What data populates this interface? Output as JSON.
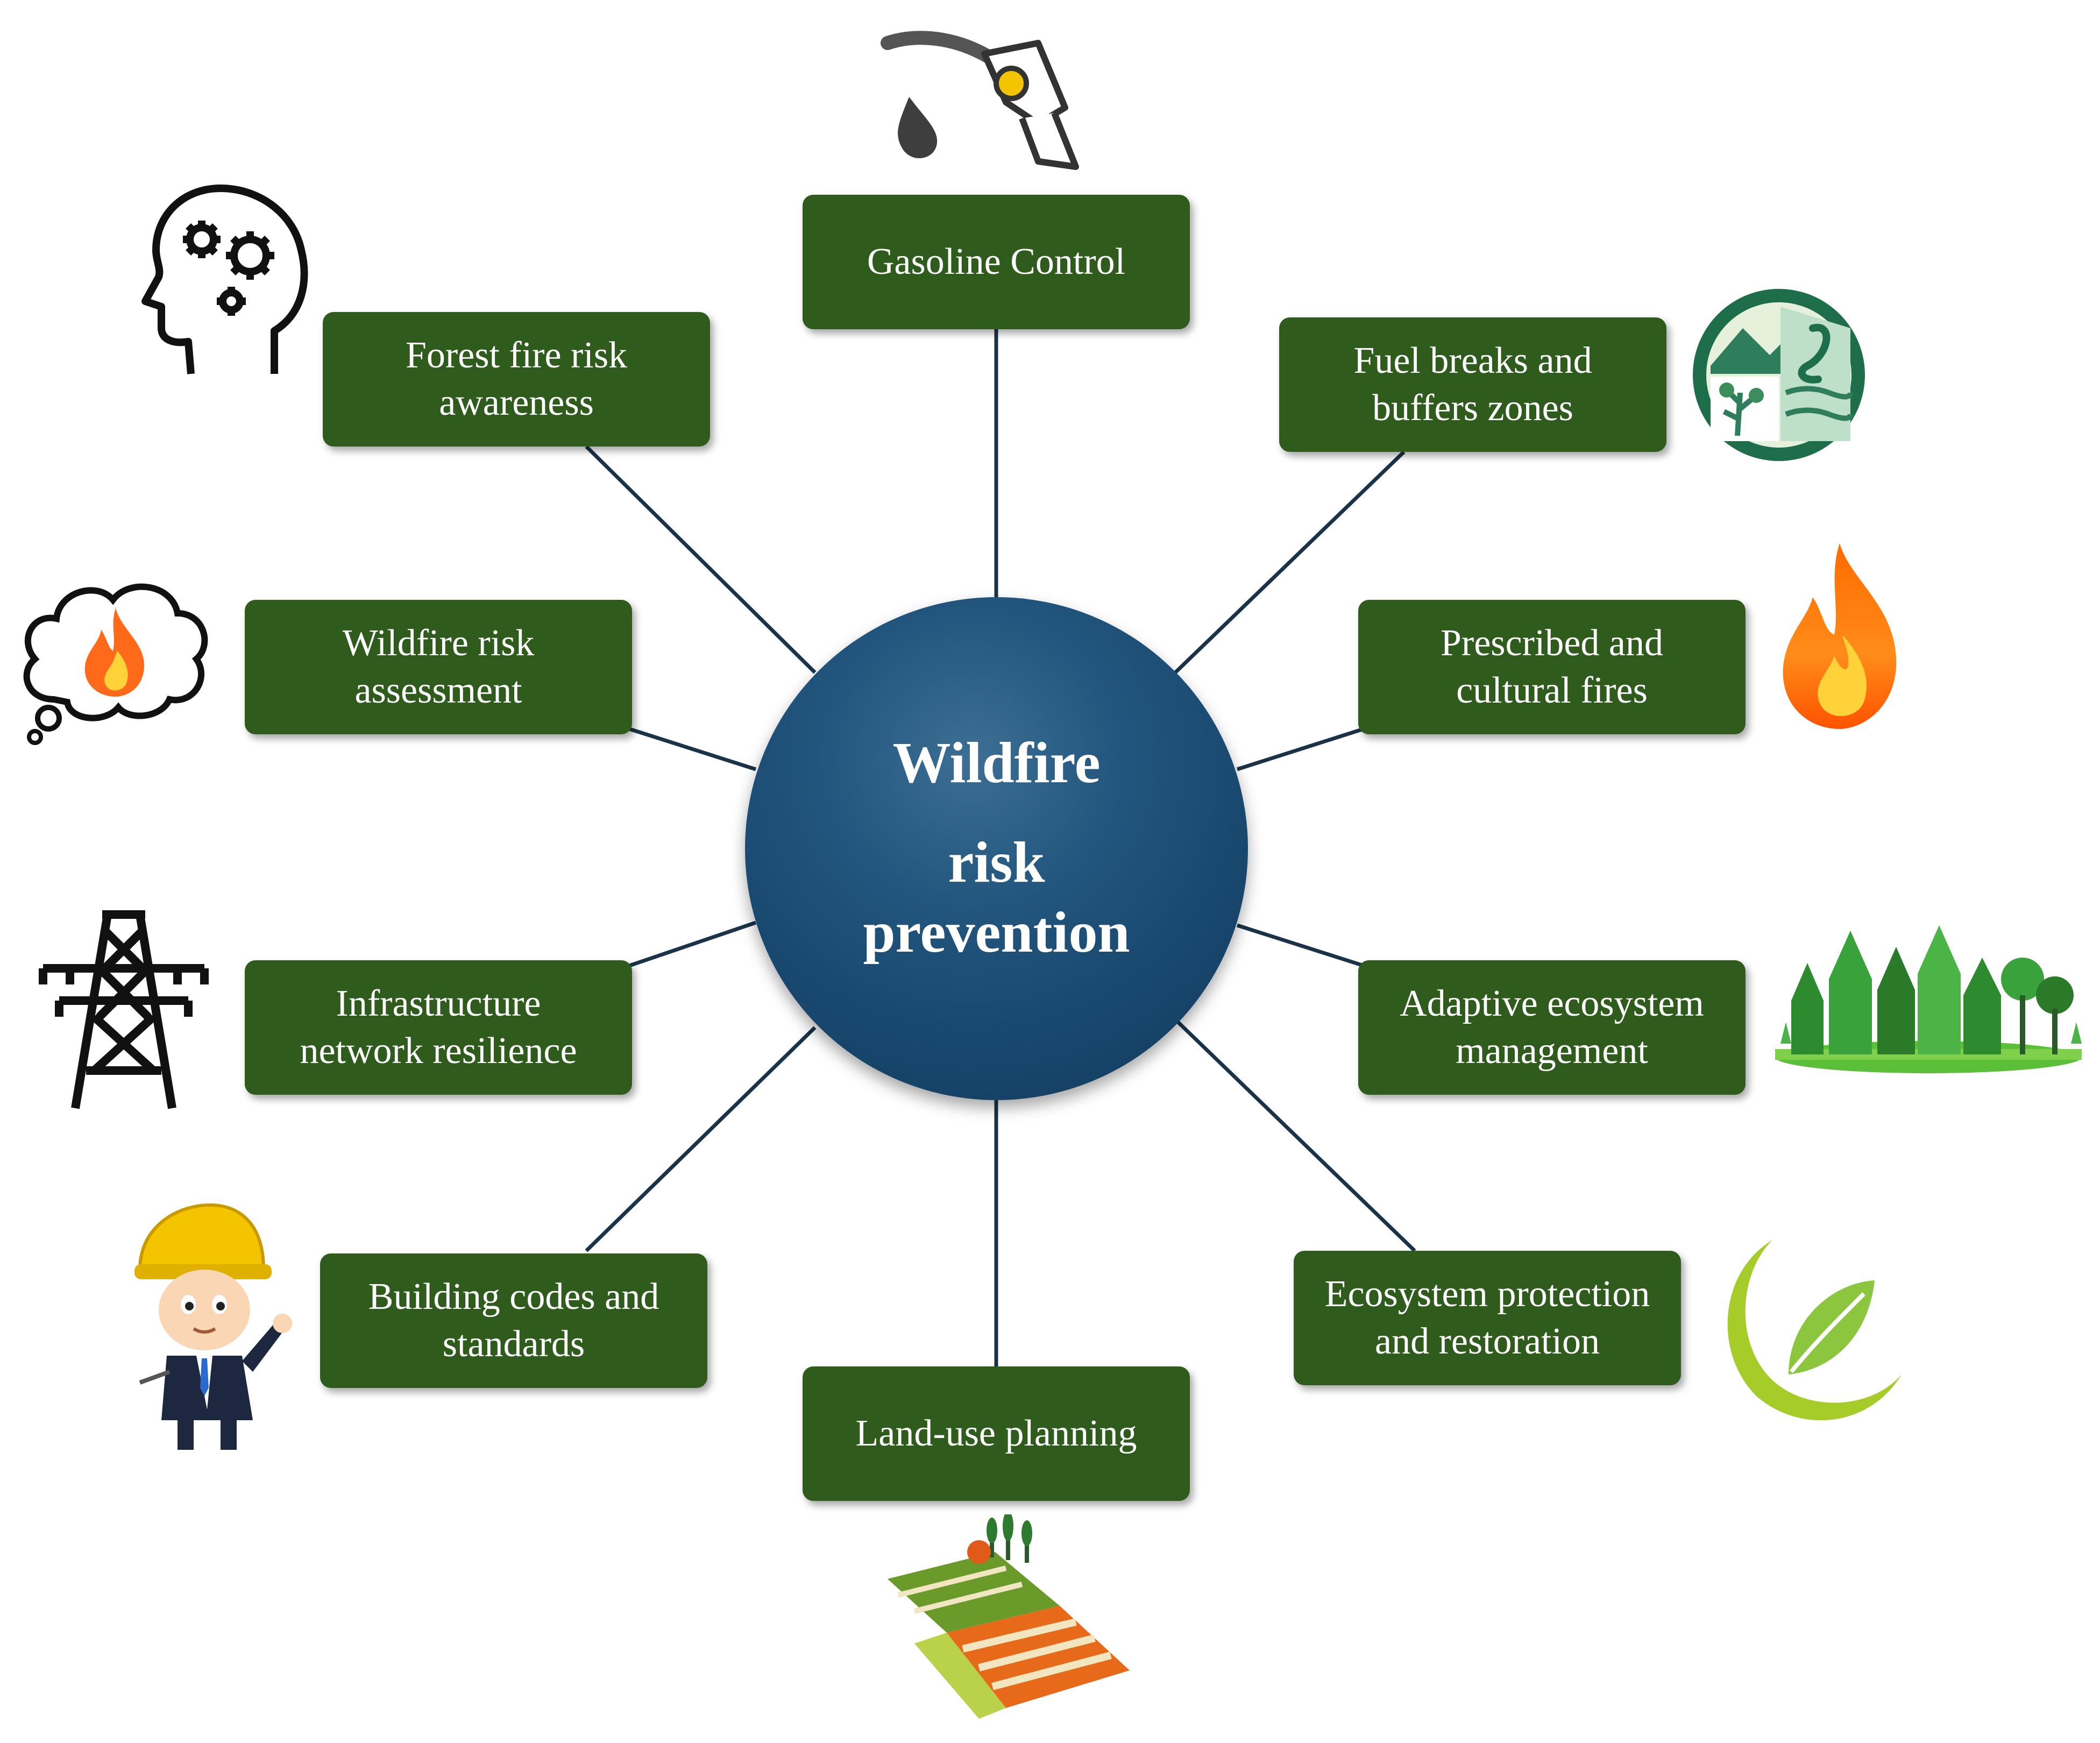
{
  "center": {
    "line1": "Wildfire",
    "line2": "risk",
    "line3": "prevention"
  },
  "nodes": {
    "gasoline": {
      "line1": "Gasoline Control",
      "line2": ""
    },
    "fuel_breaks": {
      "line1": "Fuel breaks and",
      "line2": "buffers zones"
    },
    "prescribed": {
      "line1": "Prescribed and",
      "line2": "cultural fires"
    },
    "adaptive": {
      "line1": "Adaptive ecosystem",
      "line2": "management"
    },
    "ecosystem": {
      "line1": "Ecosystem protection",
      "line2": "and restoration"
    },
    "land_use": {
      "line1": "Land-use planning",
      "line2": ""
    },
    "building": {
      "line1": "Building codes and",
      "line2": "standards"
    },
    "infrastructure": {
      "line1": "Infrastructure",
      "line2": "network resilience"
    },
    "assessment": {
      "line1": "Wildfire risk",
      "line2": "assessment"
    },
    "awareness": {
      "line1": "Forest fire risk",
      "line2": "awareness"
    }
  },
  "icons": [
    "fuel-nozzle-icon",
    "ecosystem-badge-icon",
    "flame-icon",
    "forest-icon",
    "leaf-sprout-icon",
    "farmland-icon",
    "engineer-icon",
    "power-tower-icon",
    "thought-fire-icon",
    "head-gears-icon"
  ],
  "colors": {
    "box": "#2f5b1d",
    "circle": "#1b4a6f",
    "connector": "#1a3348"
  }
}
